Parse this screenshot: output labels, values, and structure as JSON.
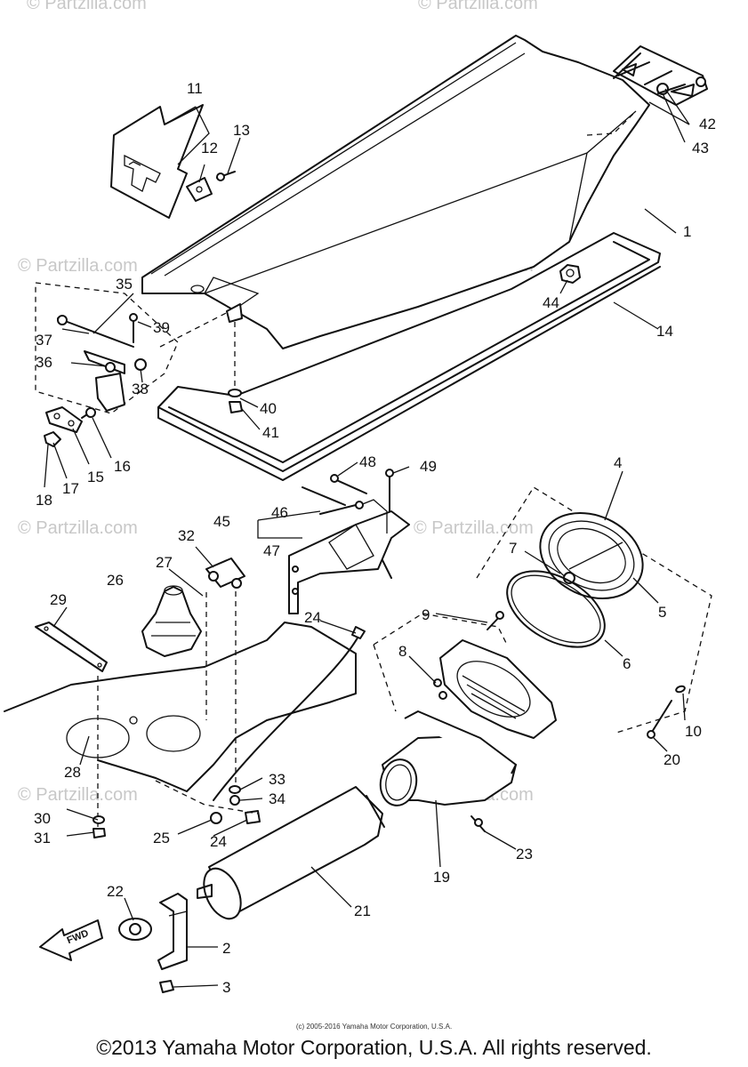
{
  "watermark": "© Partzilla.com",
  "fwd_label": "FWD",
  "small_copyright": "(c) 2005-2016 Yamaha Motor Corporation, U.S.A.",
  "footer_copyright": "©2013 Yamaha Motor Corporation, U.S.A. All rights reserved.",
  "callouts": [
    "1",
    "2",
    "3",
    "4",
    "5",
    "6",
    "7",
    "8",
    "9",
    "10",
    "11",
    "12",
    "13",
    "14",
    "15",
    "16",
    "17",
    "18",
    "19",
    "20",
    "21",
    "22",
    "23",
    "24",
    "25",
    "26",
    "27",
    "28",
    "29",
    "30",
    "31",
    "32",
    "33",
    "34",
    "35",
    "36",
    "37",
    "38",
    "39",
    "40",
    "41",
    "42",
    "43",
    "44",
    "45",
    "46",
    "47",
    "48",
    "49"
  ],
  "second_24": "24"
}
